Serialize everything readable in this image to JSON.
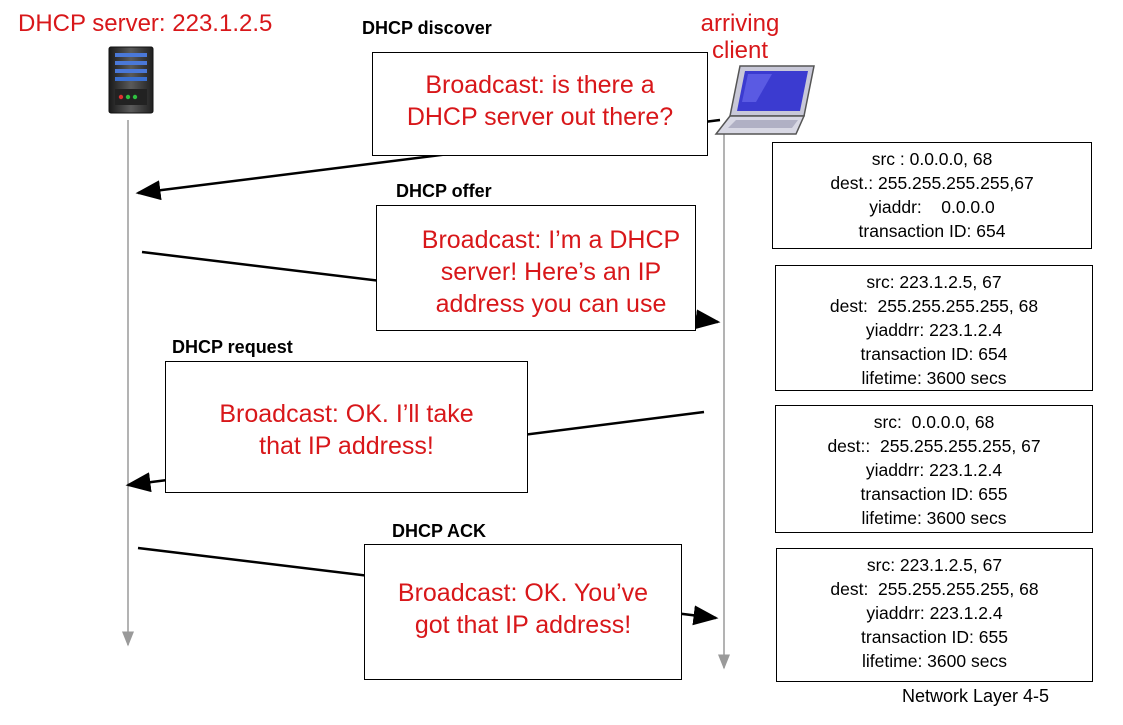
{
  "server": {
    "title": "DHCP server: 223.1.2.5",
    "icon": "server-icon"
  },
  "client": {
    "title_line1": "arriving",
    "title_line2": "client",
    "icon": "laptop-icon"
  },
  "messages": {
    "discover": {
      "label": "DHCP discover",
      "callout": [
        "Broadcast: is there a",
        "DHCP server out there?"
      ]
    },
    "offer": {
      "label": "DHCP offer",
      "callout": [
        "Broadcast: I’m a DHCP",
        "server! Here’s an IP",
        "address you can use"
      ]
    },
    "request": {
      "label": "DHCP request",
      "callout": [
        "Broadcast: OK.  I’ll take",
        "that IP address!"
      ]
    },
    "ack": {
      "label": "DHCP ACK",
      "callout": [
        "Broadcast: OK.  You’ve",
        "got that IP address!"
      ]
    }
  },
  "packets": [
    [
      "src : 0.0.0.0, 68",
      "dest.: 255.255.255.255,67",
      "yiaddr:    0.0.0.0",
      "transaction ID: 654"
    ],
    [
      "src: 223.1.2.5, 67",
      "dest:  255.255.255.255, 68",
      "yiaddrr: 223.1.2.4",
      "transaction ID: 654",
      "lifetime: 3600 secs"
    ],
    [
      "src:  0.0.0.0, 68",
      "dest::  255.255.255.255, 67",
      "yiaddrr: 223.1.2.4",
      "transaction ID: 655",
      "lifetime: 3600 secs"
    ],
    [
      "src: 223.1.2.5, 67",
      "dest:  255.255.255.255, 68",
      "yiaddrr: 223.1.2.4",
      "transaction ID: 655",
      "lifetime: 3600 secs"
    ]
  ],
  "footer": "Network Layer 4-5",
  "colors": {
    "accent_red": "#d8171a",
    "timeline": "#9a9a9a",
    "server_blue": "#3a6fd0"
  }
}
